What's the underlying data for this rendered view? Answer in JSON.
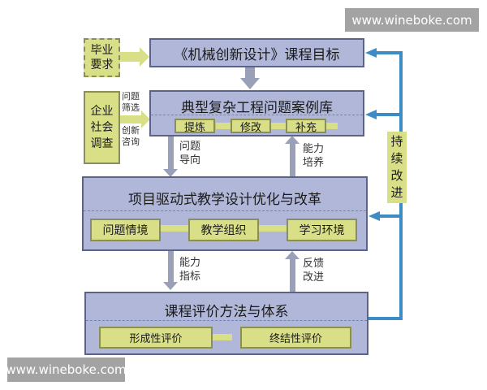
{
  "watermark_top": "www.wineboke.com",
  "watermark_bottom": "www.wineboke.com",
  "inputs": {
    "graduation": "毕业\n要求",
    "graduation_lines": [
      "毕业",
      "要求"
    ],
    "survey_lines": [
      "企业",
      "社会",
      "调查"
    ],
    "survey_label_top": [
      "问题",
      "筛选"
    ],
    "survey_label_bottom": [
      "创新",
      "咨询"
    ]
  },
  "boxes": {
    "course_goal": "《机械创新设计》课程目标",
    "case_library": {
      "title": "典型复杂工程问题案例库",
      "items": [
        "提炼",
        "修改",
        "补充"
      ]
    },
    "teaching_design": {
      "title": "项目驱动式教学设计优化与改革",
      "items": [
        "问题情境",
        "教学组织",
        "学习环境"
      ]
    },
    "evaluation": {
      "title": "课程评价方法与体系",
      "items": [
        "形成性评价",
        "终结性评价"
      ]
    }
  },
  "arrow_labels": {
    "problem_oriented": [
      "问题",
      "导向"
    ],
    "ability_training": [
      "能力",
      "培养"
    ],
    "ability_indicator": [
      "能力",
      "指标"
    ],
    "feedback_improve": [
      "反馈",
      "改进"
    ]
  },
  "feedback_loop": {
    "label_chars": [
      "持",
      "续",
      "改",
      "进"
    ]
  },
  "colors": {
    "main_box": "#b1b7d9",
    "green_box": "#d8df87",
    "loop_blue": "#3d8cc6",
    "gray_arrow": "#9aa0b8"
  }
}
